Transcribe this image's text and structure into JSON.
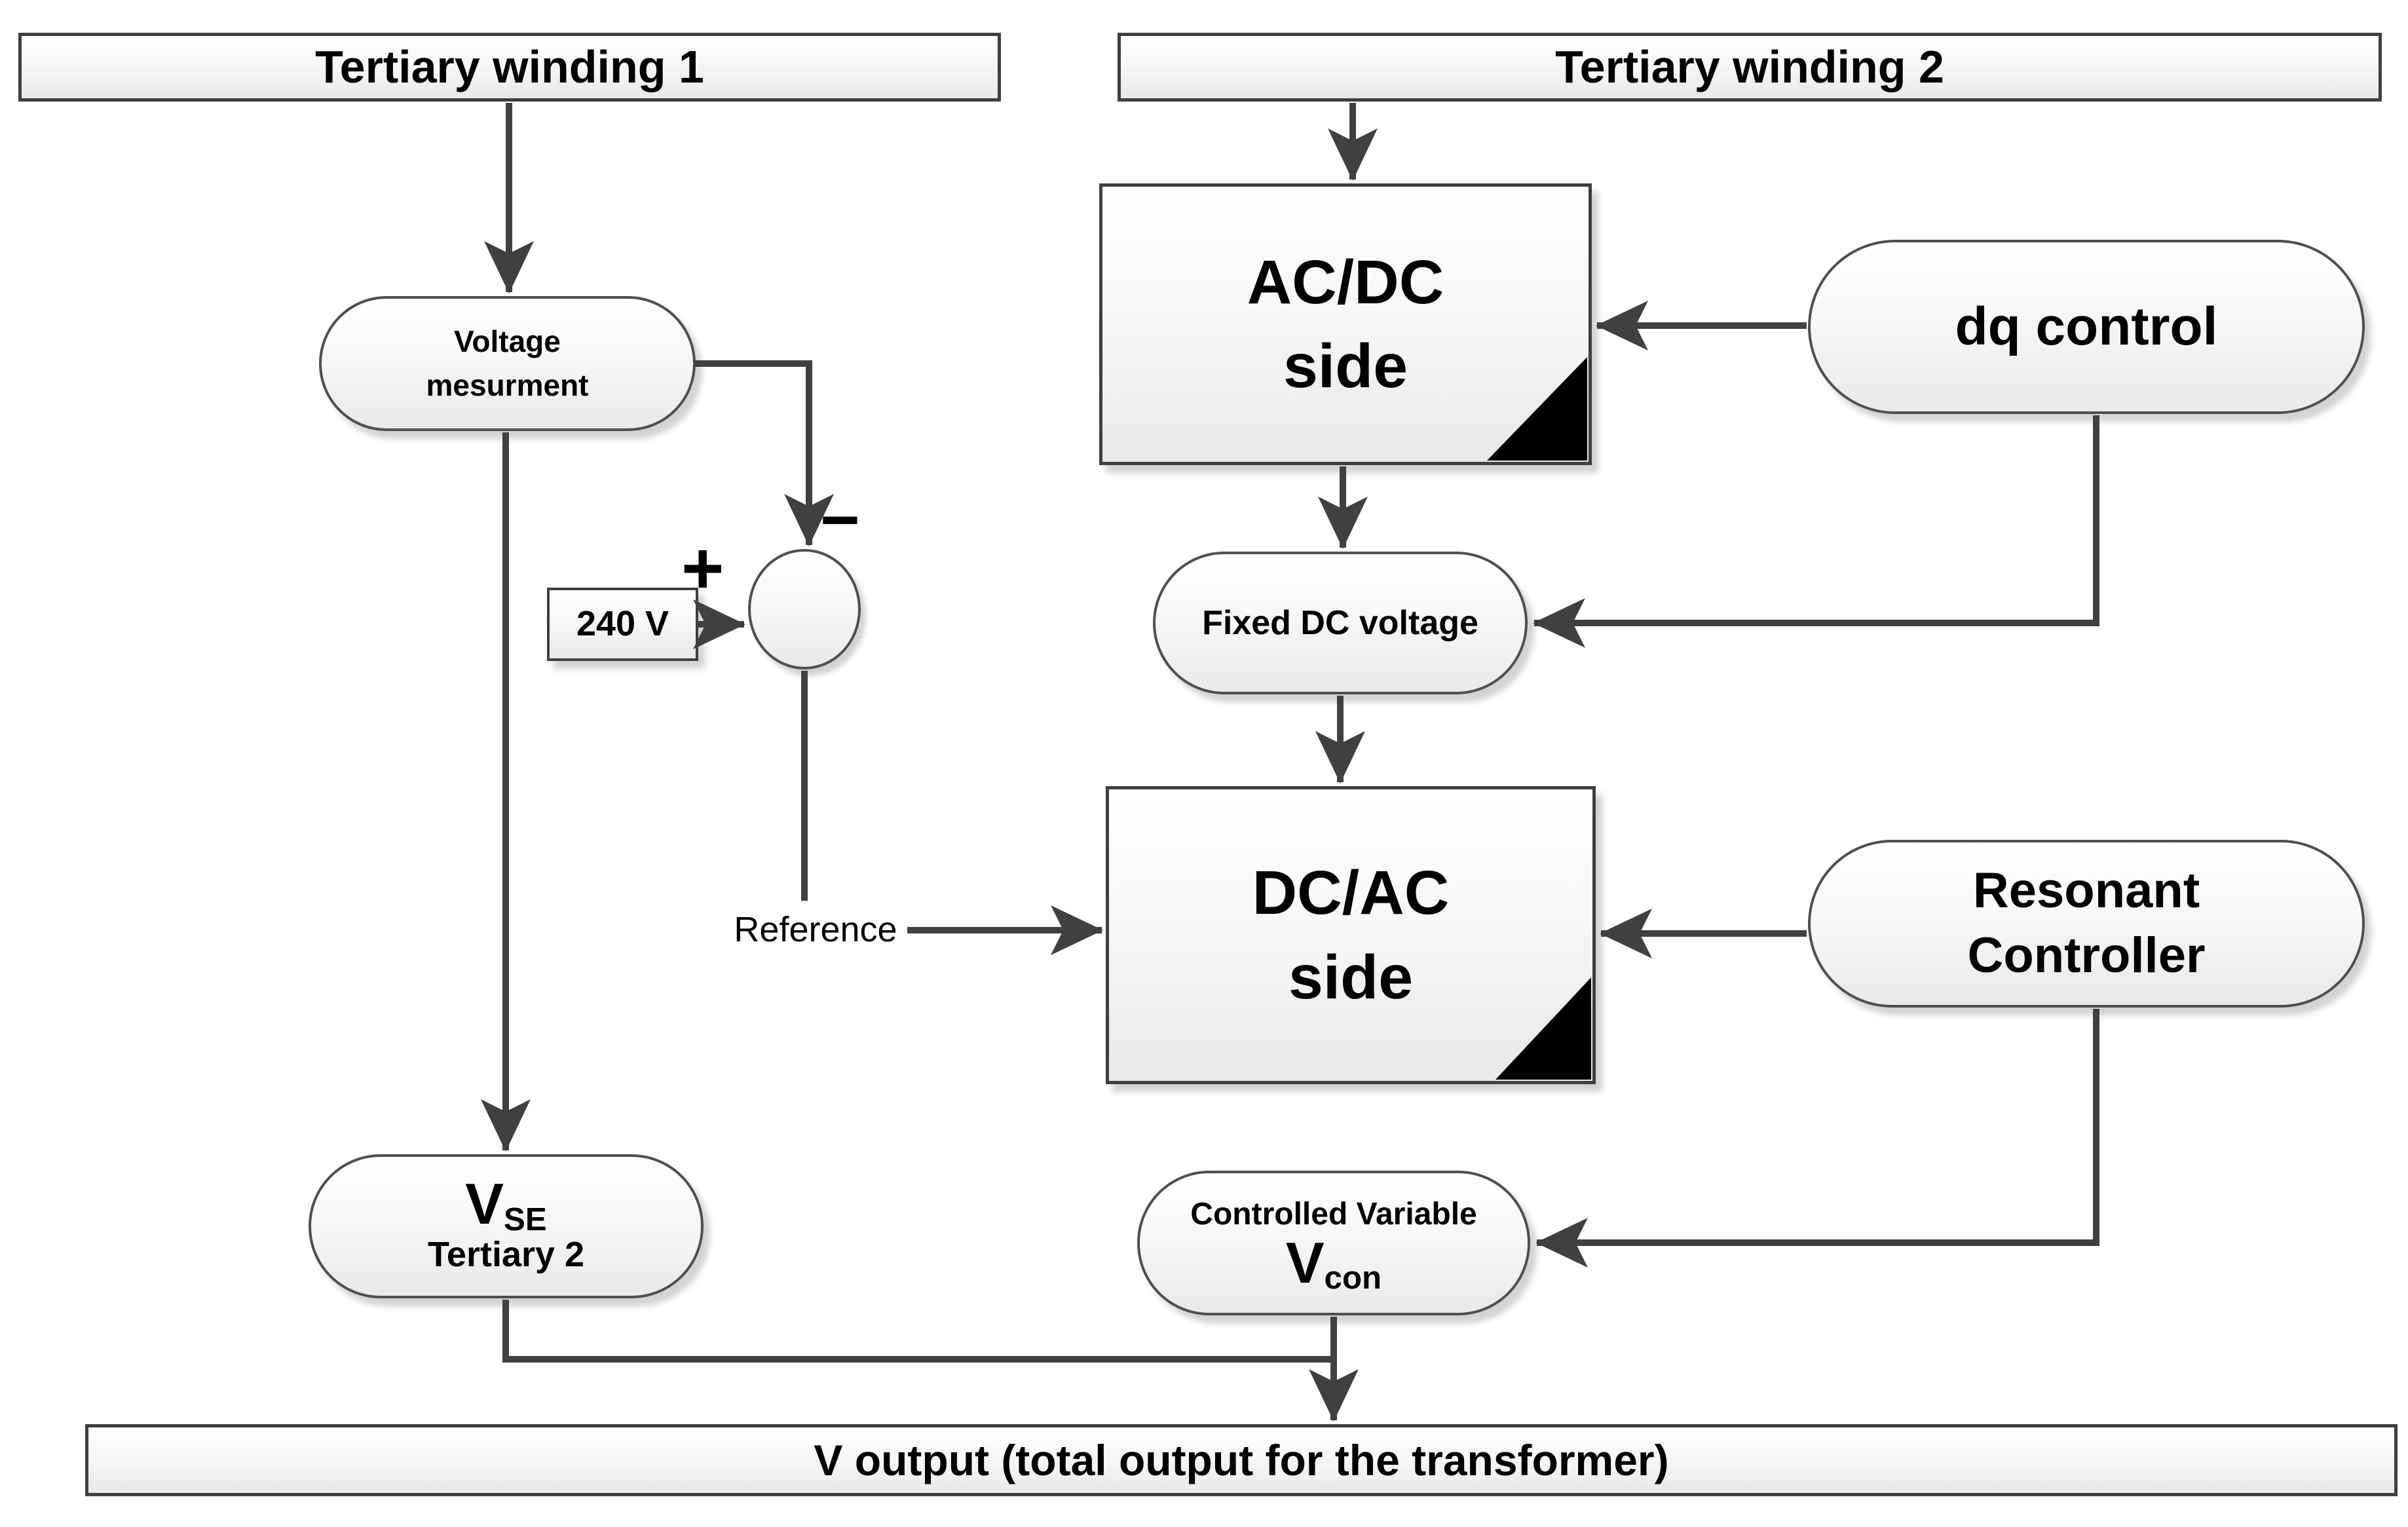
{
  "colors": {
    "line": "#404040",
    "box_border": "#3f3f3f",
    "pill_border": "#4f4f4f",
    "node_fill_top": "#ffffff",
    "node_fill_bottom": "#e9e9e9",
    "corner_triangle": "#000000",
    "text": "#000000",
    "background": "#ffffff"
  },
  "nodes": {
    "tertiary_winding_1": {
      "label": "Tertiary winding 1"
    },
    "tertiary_winding_2": {
      "label": "Tertiary winding 2"
    },
    "voltage_measurement": {
      "line1": "Voltage",
      "line2": "mesurment"
    },
    "setpoint_240v": {
      "label": "240 V"
    },
    "summing_junction": {
      "plus": "+",
      "minus": "−"
    },
    "reference": {
      "label": "Reference"
    },
    "ac_dc_side": {
      "line1": "AC/DC",
      "line2": "side"
    },
    "dq_control": {
      "label": "dq control"
    },
    "fixed_dc_voltage": {
      "label": "Fixed DC voltage"
    },
    "dc_ac_side": {
      "line1": "DC/AC",
      "line2": "side"
    },
    "resonant_controller": {
      "line1": "Resonant",
      "line2": "Controller"
    },
    "v_se": {
      "symbol": "V",
      "subscript": "SE",
      "line2": "Tertiary 2"
    },
    "v_con": {
      "line1": "Controlled Variable",
      "symbol": "V",
      "subscript": "con"
    },
    "v_output": {
      "label": "V output (total output for the transformer)"
    }
  }
}
